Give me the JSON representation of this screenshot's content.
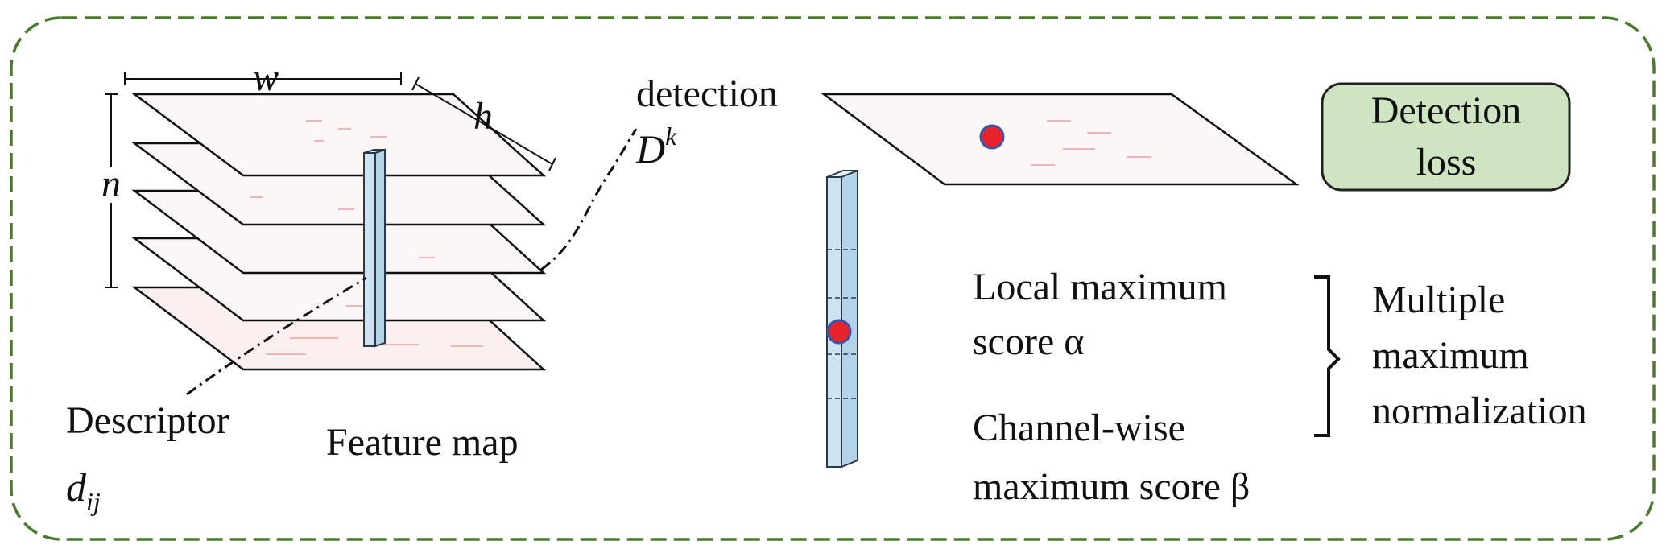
{
  "labels": {
    "width": "w",
    "height": "h",
    "channels": "n",
    "detection": "detection",
    "detection_symbol": "D",
    "detection_superscript": "k",
    "descriptor": "Descriptor",
    "descriptor_symbol": "d",
    "descriptor_subscript": "ij",
    "feature_map": "Feature map",
    "detection_loss_line1": "Detection",
    "detection_loss_line2": "loss",
    "local_max_line1": "Local maximum",
    "local_max_line2": "score α",
    "channel_max_line1": "Channel-wise",
    "channel_max_line2": "maximum score β",
    "multi_line1": "Multiple",
    "multi_line2": "maximum",
    "multi_line3": "normalization"
  },
  "colors": {
    "frame": "#4a7a2c",
    "loss_box_fill": "#cfe5c2",
    "loss_box_stroke": "#222222",
    "column_fill": "#cde3f1",
    "column_stroke": "#2b3a48",
    "dot_fill": "#e8232a",
    "dot_stroke": "#3a55a8",
    "heat": "#ee9a9a"
  }
}
